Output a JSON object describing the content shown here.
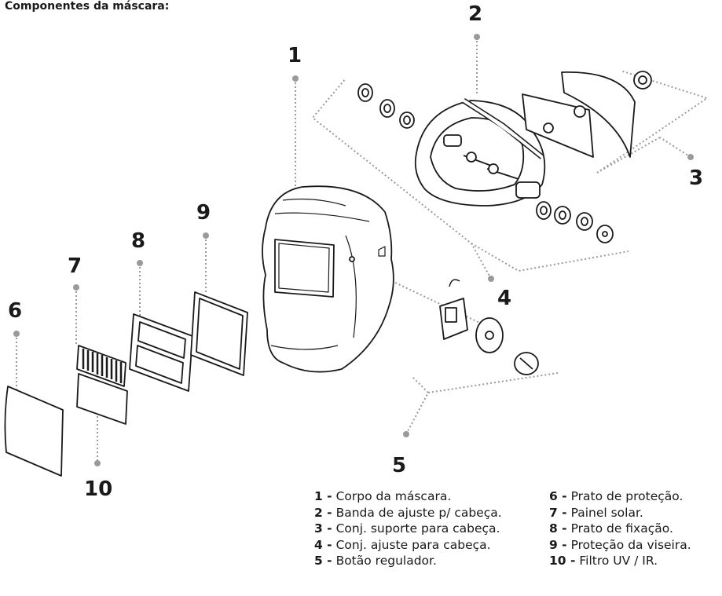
{
  "title": "Componentes da máscara:",
  "callouts": [
    "1",
    "2",
    "3",
    "4",
    "5",
    "6",
    "7",
    "8",
    "9",
    "10"
  ],
  "legend_left": [
    {
      "num": "1 -",
      "text": "Corpo da máscara."
    },
    {
      "num": "2 -",
      "text": "Banda de ajuste p/ cabeça."
    },
    {
      "num": "3 -",
      "text": "Conj. suporte para cabeça."
    },
    {
      "num": "4 -",
      "text": "Conj. ajuste para cabeça."
    },
    {
      "num": "5 -",
      "text": "Botão regulador."
    }
  ],
  "legend_right": [
    {
      "num": "6 -",
      "text": "Prato de proteção."
    },
    {
      "num": "7 -",
      "text": "Painel solar."
    },
    {
      "num": "8 -",
      "text": "Prato de fixação."
    },
    {
      "num": "9 -",
      "text": "Proteção da viseira."
    },
    {
      "num": "10 -",
      "text": "Filtro UV / IR."
    }
  ],
  "colors": {
    "leader": "#9a9a9a",
    "outline": "#1a1a1a"
  }
}
